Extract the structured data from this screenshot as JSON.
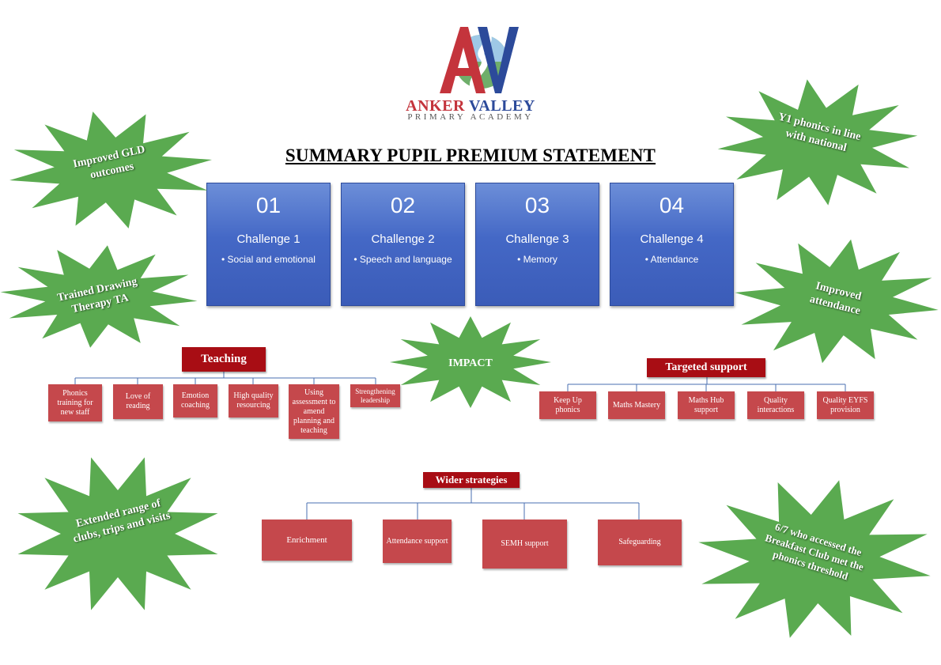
{
  "logo": {
    "name": "Anker Valley",
    "subtitle": "PRIMARY ACADEMY",
    "line1_a": "ANKER",
    "line1_b": "VALLEY"
  },
  "title": "SUMMARY PUPIL PREMIUM STATEMENT",
  "challenges": [
    {
      "num": "01",
      "name": "Challenge 1",
      "detail": "• Social and emotional"
    },
    {
      "num": "02",
      "name": "Challenge 2",
      "detail": "• Speech and language"
    },
    {
      "num": "03",
      "name": "Challenge 3",
      "detail": "• Memory"
    },
    {
      "num": "04",
      "name": "Challenge 4",
      "detail": "• Attendance"
    }
  ],
  "stars": {
    "gld": "Improved GLD outcomes",
    "drawing": "Trained Drawing Therapy TA",
    "clubs": "Extended range of clubs, trips and visits",
    "impact": "IMPACT",
    "phonics": "Y1 phonics in line with national",
    "attendance": "Improved attendance",
    "breakfast": "6/7 who accessed the Breakfast Club met the phonics threshold"
  },
  "teaching": {
    "header": "Teaching",
    "items": [
      "Phonics training for new staff",
      "Love of reading",
      "Emotion coaching",
      "High quality resourcing",
      "Using assessment to amend planning and teaching",
      "Strengthening leadership"
    ]
  },
  "targeted": {
    "header": "Targeted support",
    "items": [
      "Keep Up phonics",
      "Maths Mastery",
      "Maths Hub support",
      "Quality interactions",
      "Quality EYFS provision"
    ]
  },
  "wider": {
    "header": "Wider strategies",
    "items": [
      "Enrichment",
      "Attendance support",
      "SEMH support",
      "Safeguarding"
    ]
  },
  "colors": {
    "star": "#5aaa50",
    "challenge": "#4468c6",
    "header": "#a80d14",
    "box": "#c5484c",
    "line": "#4a6fb0"
  }
}
